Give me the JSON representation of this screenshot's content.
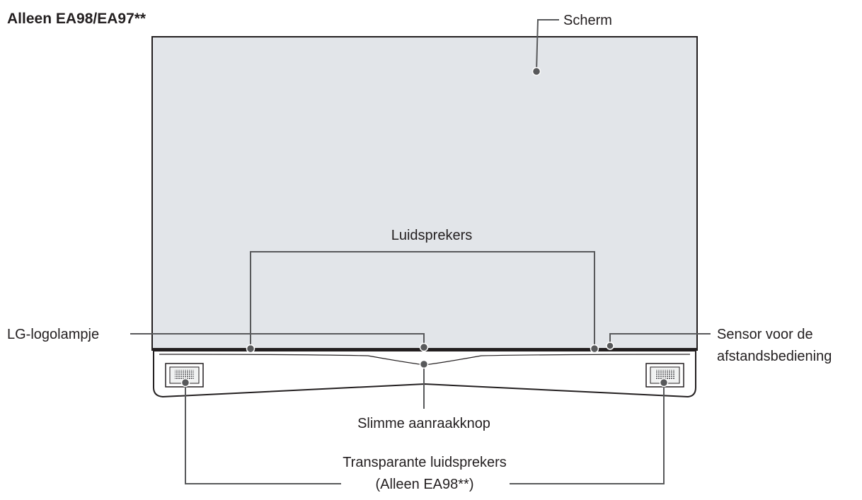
{
  "title": "Alleen EA98/EA97**",
  "labels": {
    "screen": "Scherm",
    "speakers": "Luidsprekers",
    "logo_light": "LG-logolampje",
    "remote_sensor_line1": "Sensor voor de",
    "remote_sensor_line2": "afstandsbediening",
    "touch_button": "Slimme aanraakknop",
    "transparent_speakers_line1": "Transparante luidsprekers",
    "transparent_speakers_line2": "(Alleen EA98**)"
  },
  "colors": {
    "screen_fill": "#e2e5e9",
    "outline": "#231f20",
    "leader": "#58595b",
    "speaker_grille": "#808285"
  }
}
